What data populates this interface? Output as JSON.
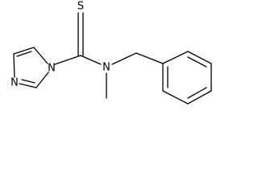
{
  "molecule": {
    "atoms": {
      "sulfur": "S",
      "imidazole_n1": "N",
      "imidazole_n3": "N",
      "amide_n": "N"
    }
  }
}
